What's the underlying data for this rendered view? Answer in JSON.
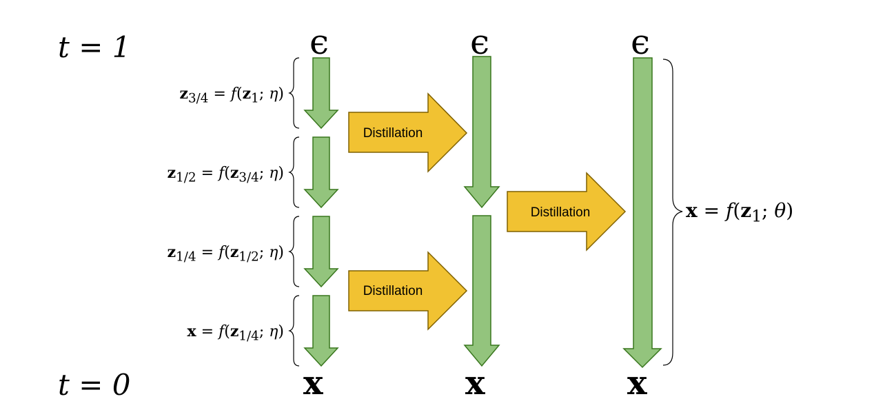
{
  "time": {
    "top": "t = 1",
    "bottom": "t = 0"
  },
  "symbols": {
    "noise": "ϵ",
    "data": "x"
  },
  "steps": [
    {
      "lhs": "z",
      "lhs_sub": "3/4",
      "rhs_arg": "z",
      "rhs_sub": "1",
      "param": "η"
    },
    {
      "lhs": "z",
      "lhs_sub": "1/2",
      "rhs_arg": "z",
      "rhs_sub": "3/4",
      "param": "η"
    },
    {
      "lhs": "z",
      "lhs_sub": "1/4",
      "rhs_arg": "z",
      "rhs_sub": "1/2",
      "param": "η"
    },
    {
      "lhs": "x",
      "lhs_sub": "",
      "rhs_arg": "z",
      "rhs_sub": "1/4",
      "param": "η"
    }
  ],
  "final_equation": {
    "lhs": "x",
    "rhs_arg": "z",
    "rhs_sub": "1",
    "param": "θ"
  },
  "distillation_label": "Distillation",
  "colors": {
    "green_fill": "#93c47d",
    "green_stroke": "#38761d",
    "orange_fill": "#f1c232",
    "orange_stroke": "#7f6000"
  }
}
